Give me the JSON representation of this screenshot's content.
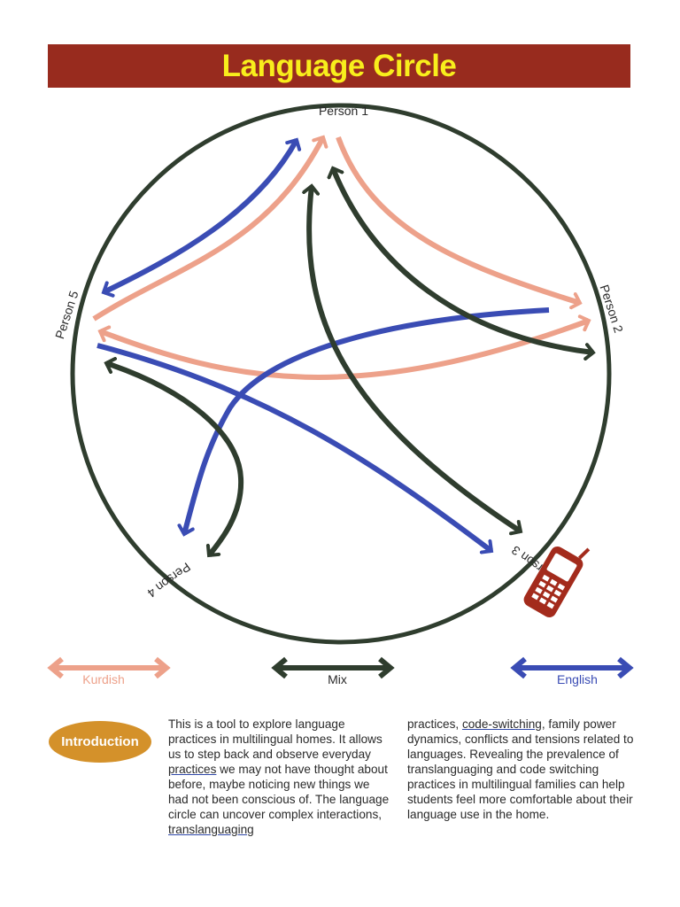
{
  "header": {
    "title": "Language Circle"
  },
  "diagram": {
    "people": {
      "p1": "Person 1",
      "p2": "Person 2",
      "p3": "Person 3",
      "p4": "Person 4",
      "p5": "Person 5"
    },
    "colors": {
      "kurdish": "#eda18a",
      "mix": "#2f3d2e",
      "english": "#3a4cb4",
      "banner": "#982b1e",
      "title": "#f8ee1c",
      "phone": "#a32b1c",
      "intro": "#d4912a"
    },
    "icon": "mobile-phone-icon"
  },
  "legend": {
    "kurdish": "Kurdish",
    "mix": "Mix",
    "english": "English"
  },
  "intro": {
    "label": "Introduction",
    "col1": {
      "t1": "This is a tool to explore language practices in multilingual homes. It allows us to step back and observe everyday ",
      "link1": "practices",
      "t2": " we may not have thought about before, maybe noticing new things we had not been conscious of. The language circle can uncover complex interactions, ",
      "link2": "translanguaging"
    },
    "col2": {
      "t1": "practices, ",
      "link1": "code-switching",
      "t2": ", family power dynamics, conflicts and tensions related to languages. Revealing the prevalence of translanguaging and code switching practices in multilingual families can help students feel more comfortable about their language use in the home."
    }
  }
}
